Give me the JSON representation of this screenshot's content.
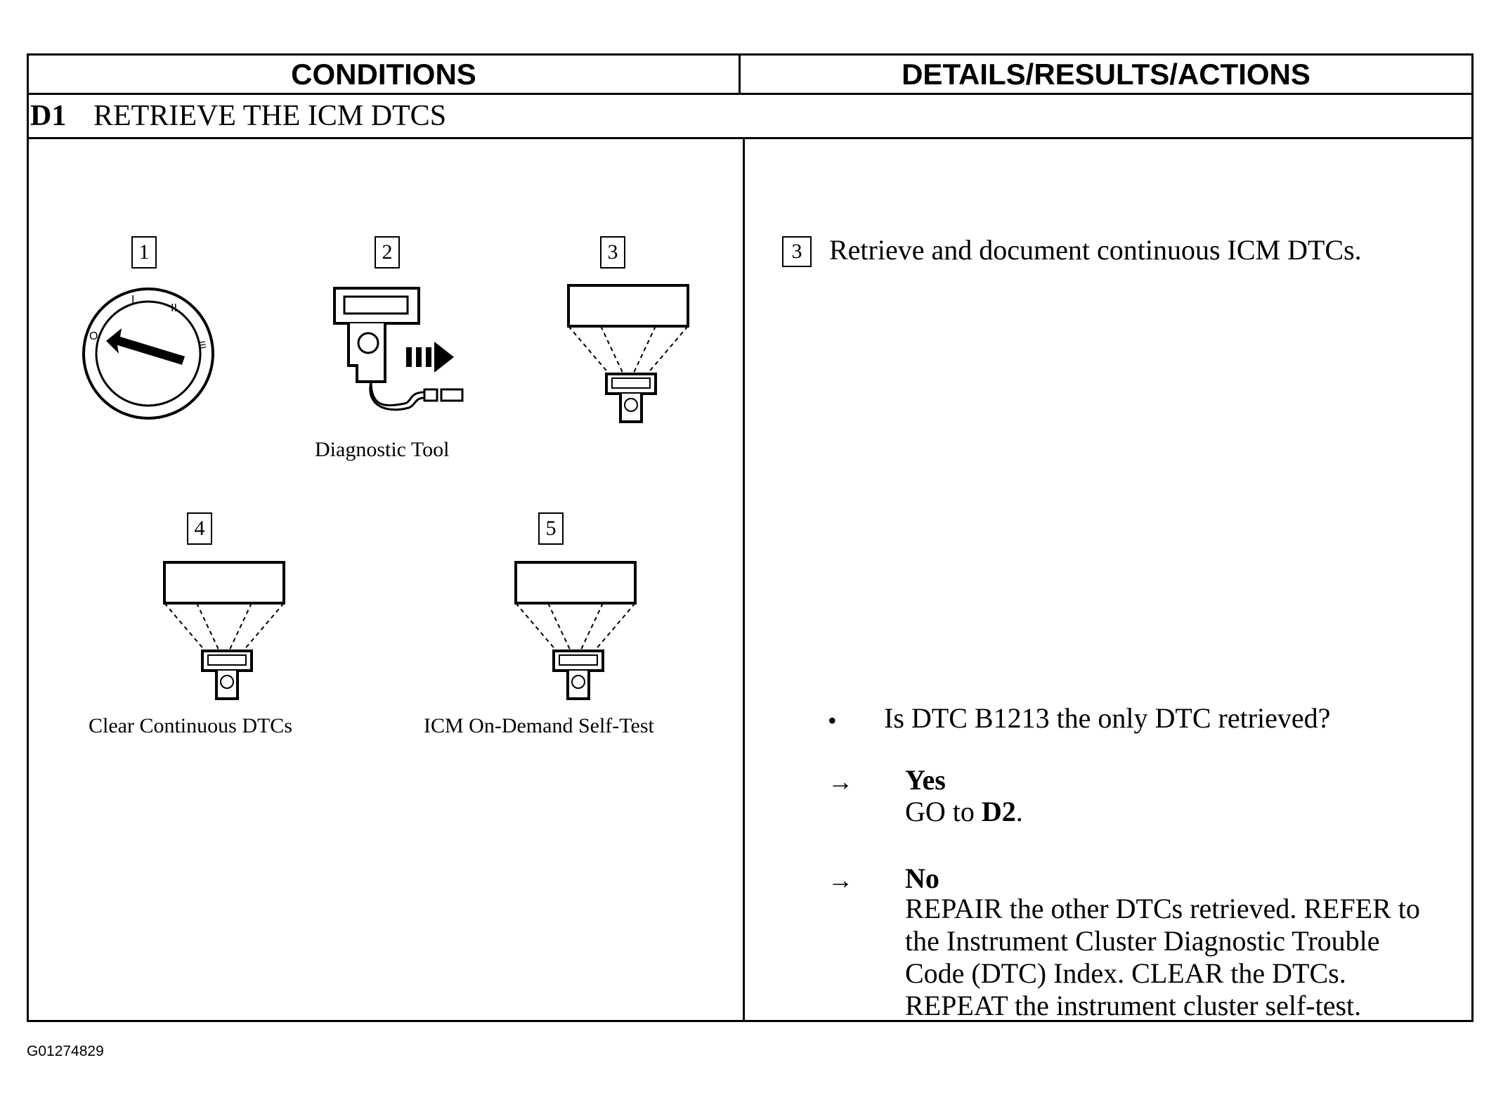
{
  "header": {
    "conditions": "CONDITIONS",
    "details": "DETAILS/RESULTS/ACTIONS"
  },
  "step": {
    "id": "D1",
    "title": "RETRIEVE THE ICM DTCS"
  },
  "illustrations": [
    {
      "number": "1",
      "icon": "ignition-switch-icon",
      "caption": ""
    },
    {
      "number": "2",
      "icon": "diagnostic-tool-icon",
      "caption": "Diagnostic Tool"
    },
    {
      "number": "3",
      "icon": "scan-tool-screen-icon",
      "caption": ""
    },
    {
      "number": "4",
      "icon": "scan-tool-screen-icon",
      "caption": "Clear Continuous DTCs"
    },
    {
      "number": "5",
      "icon": "scan-tool-screen-icon",
      "caption": "ICM On-Demand Self-Test"
    }
  ],
  "ignition_marks": {
    "off": "O",
    "acc": "I",
    "run": "II",
    "start": "III"
  },
  "action": {
    "number": "3",
    "text": "Retrieve and document continuous ICM DTCs."
  },
  "question": {
    "bullet": "•",
    "text": "Is DTC B1213 the only DTC retrieved?"
  },
  "answers": [
    {
      "arrow": "→",
      "label": "Yes",
      "lines": [
        "GO to ",
        "D2",
        "."
      ]
    },
    {
      "arrow": "→",
      "label": "No",
      "lines": [
        "REPAIR the other DTCs retrieved. REFER to",
        "the Instrument Cluster Diagnostic Trouble",
        "Code (DTC) Index. CLEAR the DTCs.",
        "REPEAT the instrument cluster self-test."
      ]
    }
  ],
  "figure_id": "G01274829"
}
